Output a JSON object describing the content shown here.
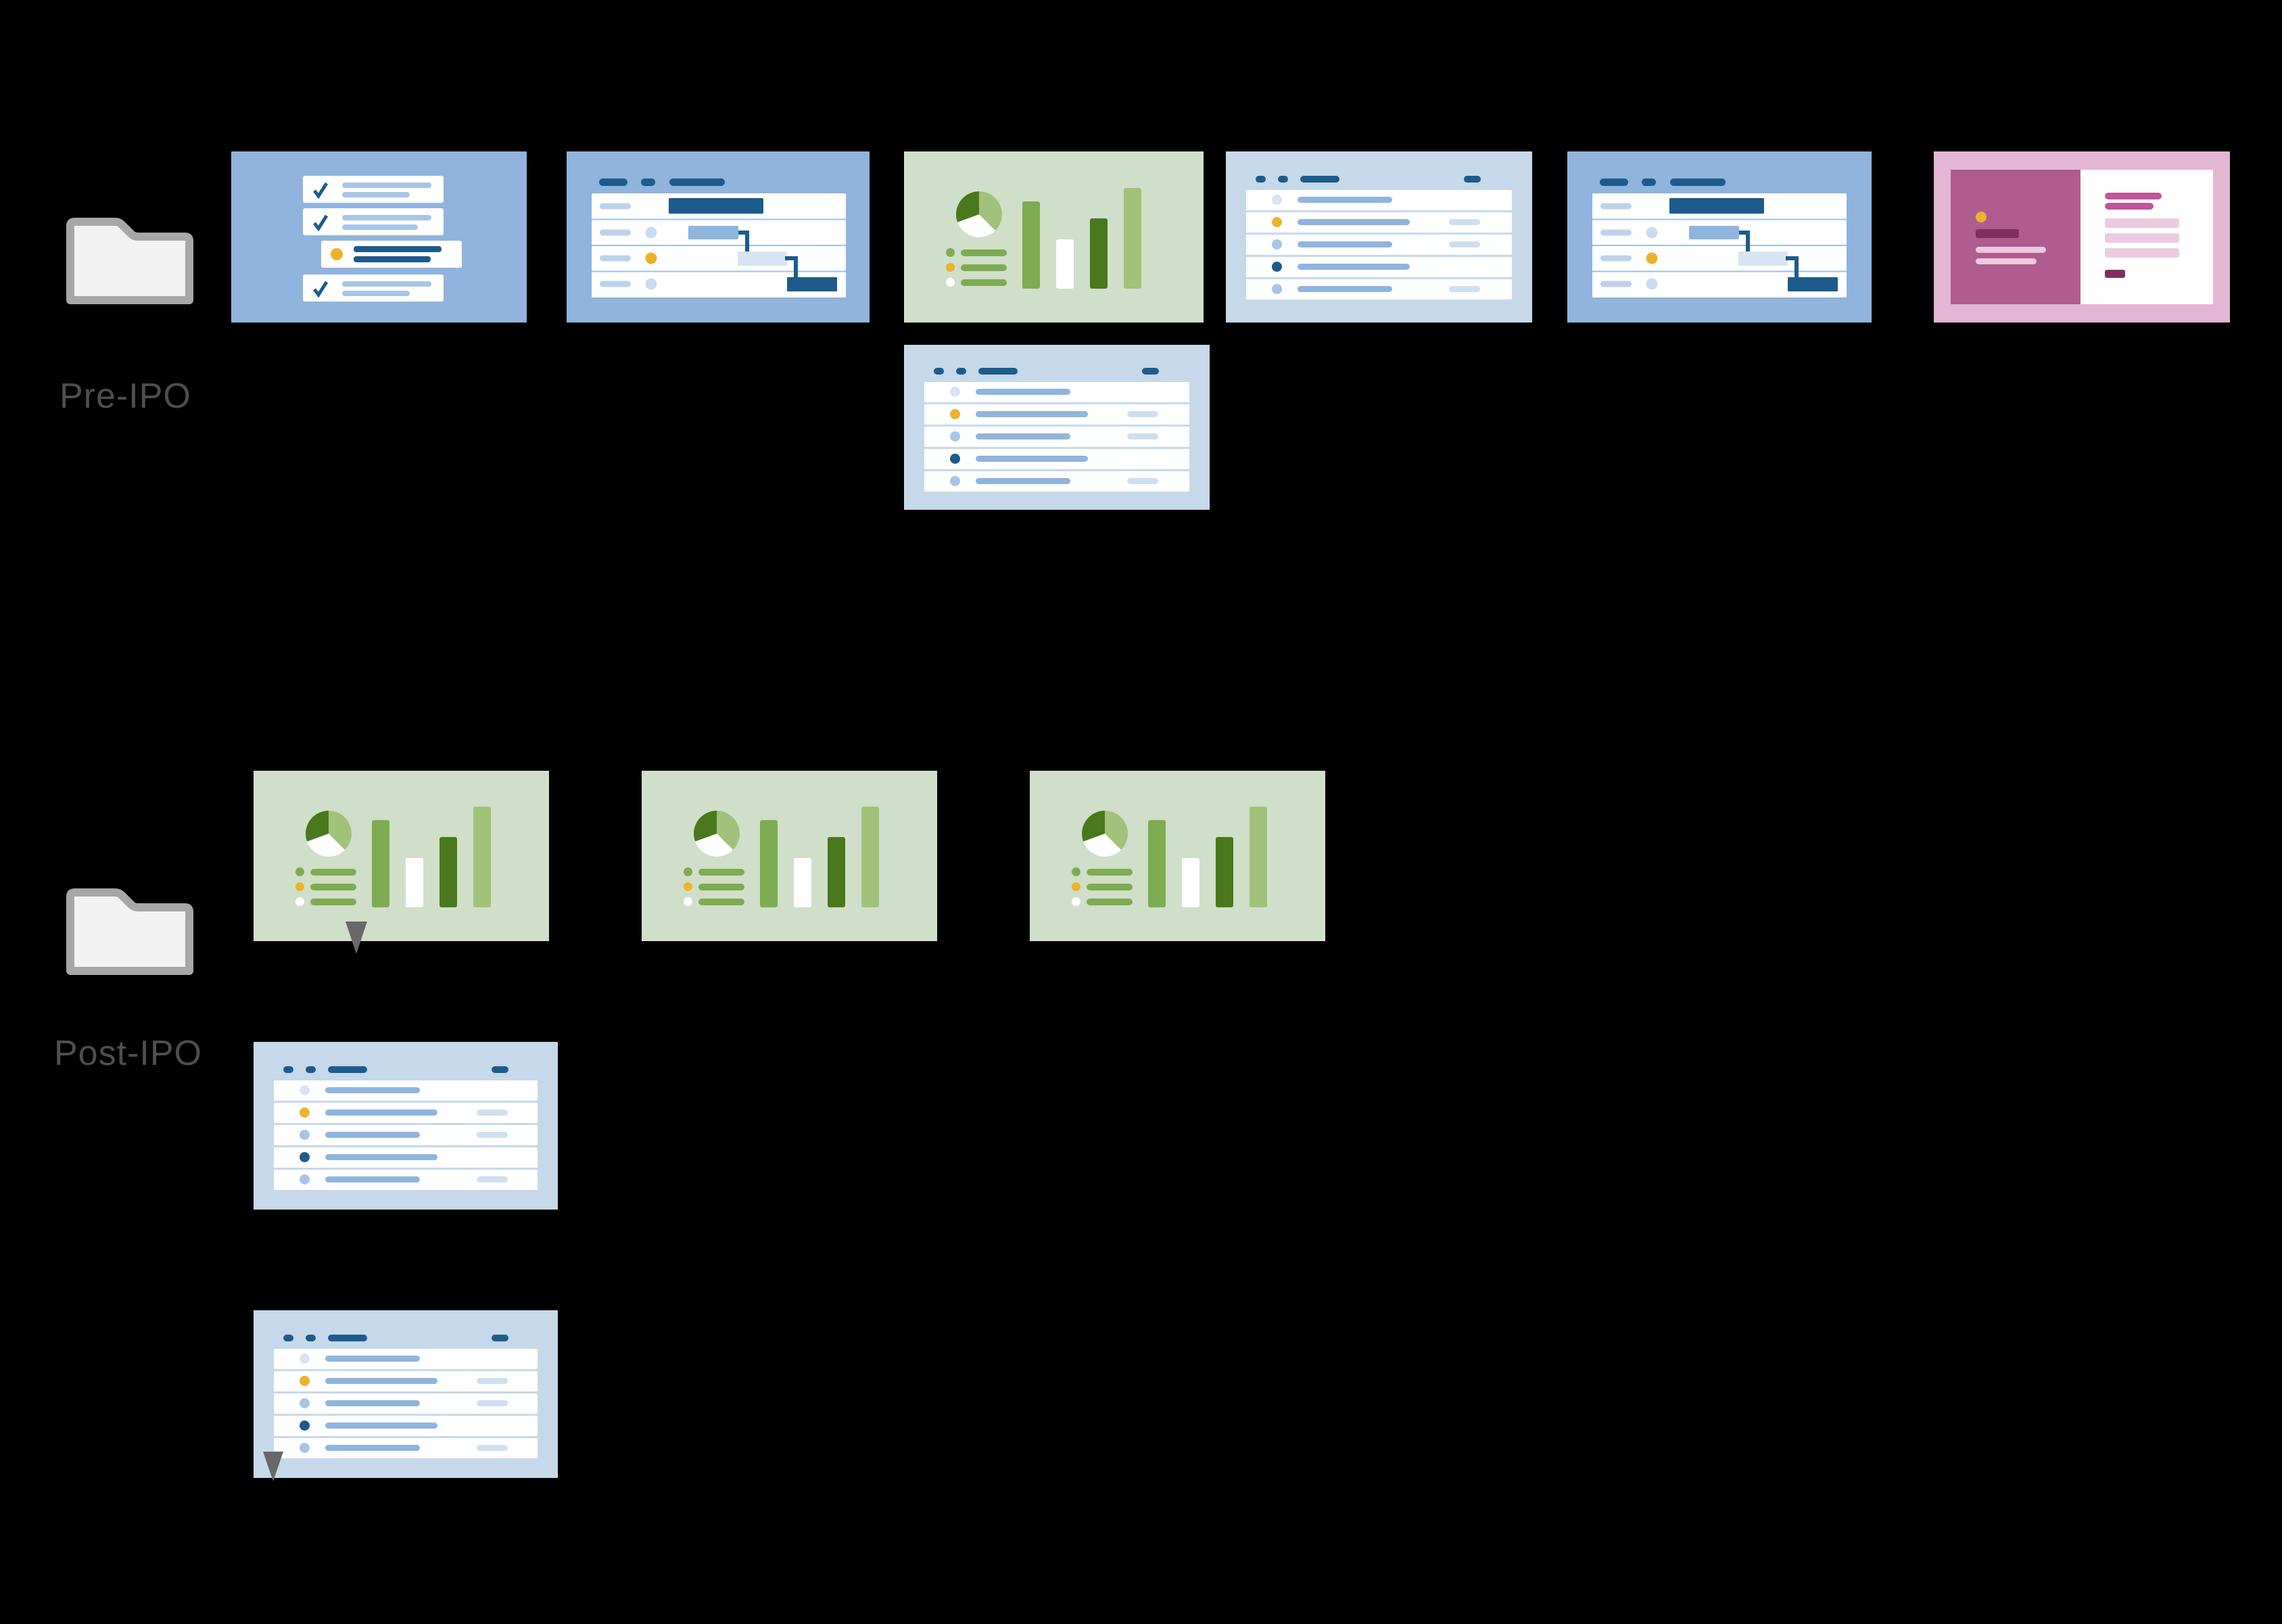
{
  "groups": [
    {
      "id": "pre-ipo",
      "label": "Pre-IPO",
      "folder_icon": "folder-icon",
      "cards": [
        {
          "type": "checklist-document"
        },
        {
          "type": "gantt-timeline-document"
        },
        {
          "type": "charts-report-document"
        },
        {
          "type": "task-list-document"
        },
        {
          "type": "gantt-timeline-document"
        },
        {
          "type": "presentation-slide-document"
        },
        {
          "type": "task-list-document"
        }
      ]
    },
    {
      "id": "post-ipo",
      "label": "Post-IPO",
      "folder_icon": "folder-icon",
      "cards": [
        {
          "type": "charts-report-document"
        },
        {
          "type": "charts-report-document"
        },
        {
          "type": "charts-report-document"
        },
        {
          "type": "task-list-document"
        },
        {
          "type": "task-list-document"
        }
      ],
      "markers": [
        {
          "type": "position-marker-triangle"
        },
        {
          "type": "position-marker-triangle"
        }
      ]
    }
  ],
  "colors": {
    "background": "#000000",
    "card_blue": "#90b4dd",
    "card_blue_light": "#c5d9ea",
    "blue_dark": "#1d5b8c",
    "blue_mid": "#8fb4de",
    "blue_light": "#a8c5e6",
    "blue_xlight": "#d8e4f3",
    "blue_pill_light": "#cfdfef",
    "blue_label": "#bcd2ec",
    "blue_circle": "#c9dcf1",
    "blue_separator": "#9cc0e2",
    "yellow": "#edb22b",
    "green_bg": "#d0dfc9",
    "green_mid": "#7dac51",
    "green_dark": "#49791c",
    "green_light": "#a1c27a",
    "pink_bg": "#e3b6d4",
    "pink_panel": "#af5c90",
    "plum": "#7d2e62",
    "pink_light": "#eccadf",
    "pink_line": "#c1539a",
    "folder_fill": "#f2f2f2",
    "folder_stroke": "#a7a7a7",
    "label_gray": "#4e4e4e",
    "marker_gray": "#686868",
    "white": "#ffffff"
  }
}
